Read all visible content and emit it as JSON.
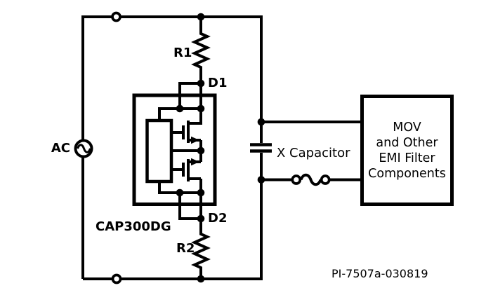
{
  "schematic": {
    "labels": {
      "ac_source": "AC",
      "r1": "R1",
      "d1": "D1",
      "d2": "D2",
      "r2": "R2",
      "ic_name": "CAP300DG",
      "x_capacitor": "X Capacitor",
      "part_number": "PI-7507a-030819"
    },
    "mov_box": {
      "lines": [
        "MOV",
        "and Other",
        "EMI Filter",
        "Components"
      ]
    },
    "icons": {
      "ac_source_symbol": "sine-wave-in-circle",
      "resistor_symbol": "zigzag-resistor",
      "mosfet_symbol": "n-channel-mosfet-pair",
      "x_capacitor_symbol": "parallel-plate-capacitor",
      "fuse_symbol": "fuse-circles-with-wave",
      "terminal_symbol": "open-circle-terminal",
      "junction_symbol": "filled-dot"
    },
    "colors": {
      "line": "#000000",
      "text": "#000000",
      "background": "#ffffff"
    }
  }
}
